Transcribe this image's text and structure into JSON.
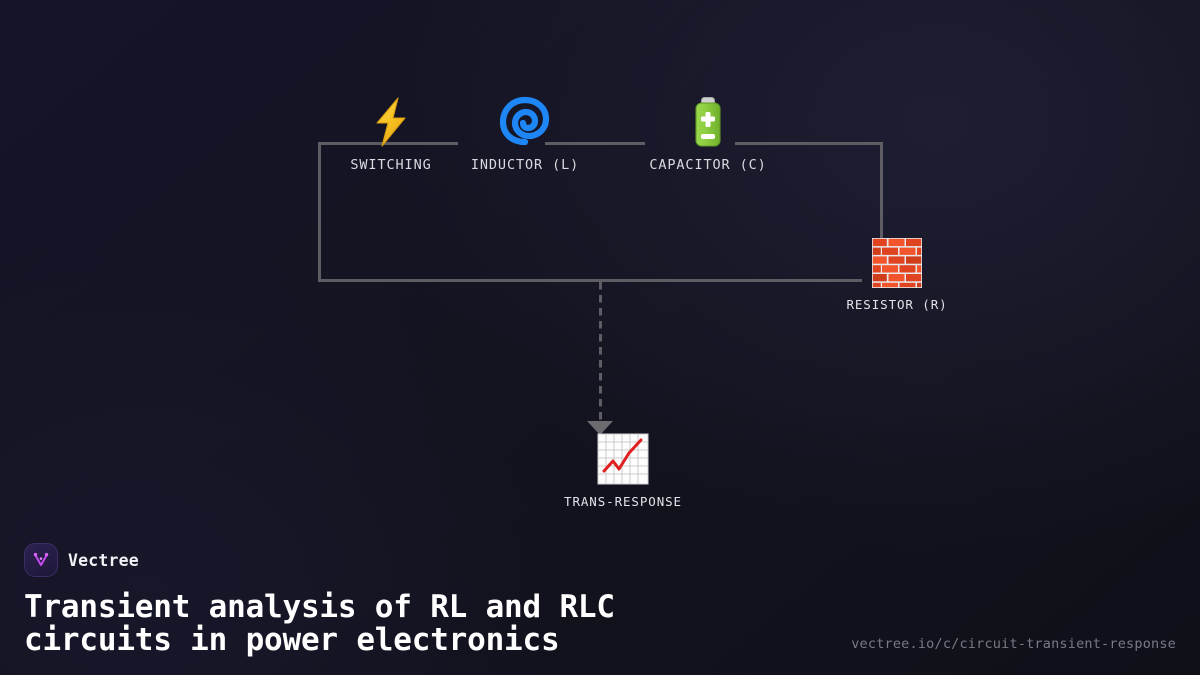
{
  "brand": {
    "name": "Vectree",
    "logo_icon": "vectree-v-logo-icon",
    "logo_bg": "#221a40",
    "logo_accent": "#c44bf0"
  },
  "headline": {
    "line1": "Transient analysis of RL and RLC",
    "line2": "circuits in power electronics"
  },
  "url": "vectree.io/c/circuit-transient-response",
  "diagram": {
    "nodes": [
      {
        "id": "switching",
        "label": "SWITCHING",
        "icon": "high-voltage-icon",
        "icon_color": "#f5c518"
      },
      {
        "id": "inductor",
        "label": "INDUCTOR (L)",
        "icon": "cyclone-spiral-icon",
        "icon_color": "#1f7ff0"
      },
      {
        "id": "capacitor",
        "label": "CAPACITOR (C)",
        "icon": "battery-icon",
        "icon_color": "#8bd143"
      },
      {
        "id": "resistor",
        "label": "RESISTOR (R)",
        "icon": "brick-wall-icon",
        "icon_color": "#e04a2a"
      },
      {
        "id": "trans-response",
        "label": "TRANS-RESPONSE",
        "icon": "chart-increasing-icon",
        "icon_color": "#e02020"
      }
    ],
    "wire_color": "#5d5d63",
    "arrow_color": "#6b6b70"
  },
  "colors": {
    "background": "#13131f",
    "text_primary": "#ffffff",
    "text_muted": "#7a7a86"
  }
}
